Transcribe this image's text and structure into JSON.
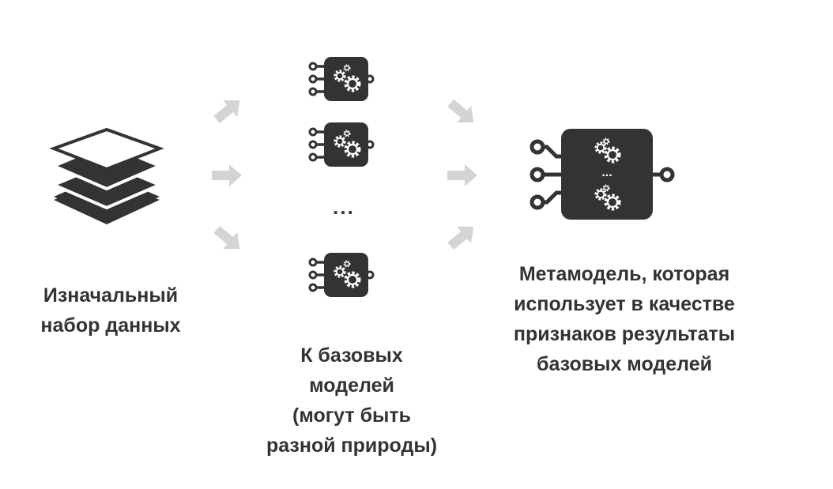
{
  "dataset": {
    "icon": "stacked-layers-icon",
    "label_lines": [
      "Изначальный",
      "набор данных"
    ]
  },
  "base_models": {
    "icon": "model-chip-icon",
    "ellipsis": "...",
    "label_lines": [
      "К базовых",
      "моделей",
      "(могут быть",
      "разной природы)"
    ]
  },
  "meta_model": {
    "icon": "meta-model-chip-icon",
    "inner_ellipsis": "...",
    "label_lines": [
      "Метамодель, которая",
      "использует в качестве",
      "признаков результаты",
      "базовых моделей"
    ]
  },
  "colors": {
    "icon_dark": "#333333",
    "arrow": "#d4d4d4",
    "text": "#333333",
    "background": "#ffffff"
  }
}
